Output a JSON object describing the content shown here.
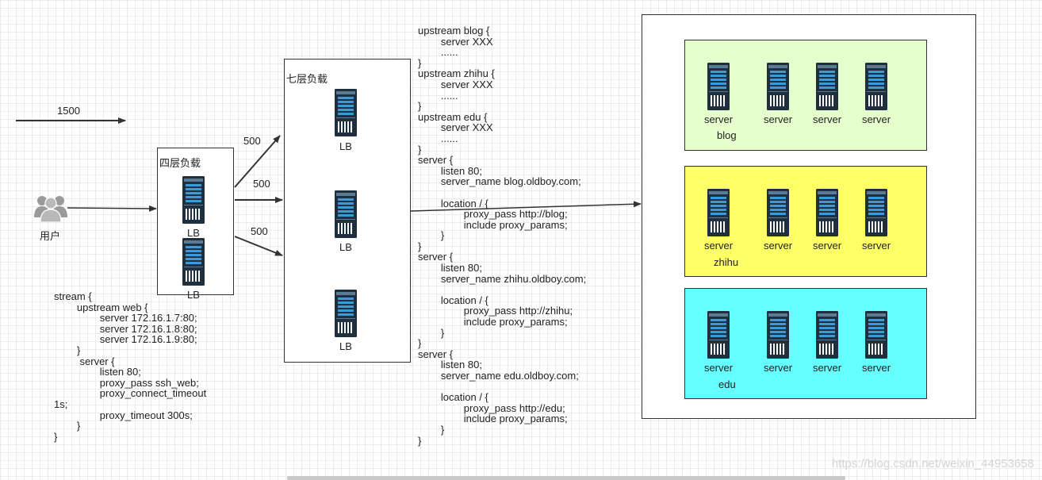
{
  "traffic": {
    "total": "1500",
    "branch1": "500",
    "branch2": "500",
    "branch3": "500"
  },
  "user": {
    "label": "用户"
  },
  "l4": {
    "title": "四层负载",
    "lb1": "LB",
    "lb2": "LB"
  },
  "l7": {
    "title": "七层负载",
    "lb1": "LB",
    "lb2": "LB",
    "lb3": "LB"
  },
  "stream_config": "stream {\n        upstream web {\n                server 172.16.1.7:80;\n                server 172.16.1.8:80;\n                server 172.16.1.9:80;\n        }\n         server {\n                listen 80;\n                proxy_pass ssh_web;\n                proxy_connect_timeout\n1s;\n                proxy_timeout 300s;\n        }\n}",
  "upstream_config": "upstream blog {\n        server XXX\n        ......\n}\nupstream zhihu {\n        server XXX\n        ......\n}\nupstream edu {\n        server XXX\n        ......\n}\nserver {\n        listen 80;\n        server_name blog.oldboy.com;\n\n        location / {\n                proxy_pass http://blog;\n                include proxy_params;\n        }\n}\nserver {\n        listen 80;\n        server_name zhihu.oldboy.com;\n\n        location / {\n                proxy_pass http://zhihu;\n                include proxy_params;\n        }\n}\nserver {\n        listen 80;\n        server_name edu.oldboy.com;\n\n        location / {\n                proxy_pass http://edu;\n                include proxy_params;\n        }\n}",
  "groups": [
    {
      "name": "blog",
      "color": "#e6ffcc",
      "servers": [
        "server",
        "server",
        "server",
        "server"
      ]
    },
    {
      "name": "zhihu",
      "color": "#ffff66",
      "servers": [
        "server",
        "server",
        "server",
        "server"
      ]
    },
    {
      "name": "edu",
      "color": "#66ffff",
      "servers": [
        "server",
        "server",
        "server",
        "server"
      ]
    }
  ],
  "watermark": "https://blog.csdn.net/weixin_44953658"
}
